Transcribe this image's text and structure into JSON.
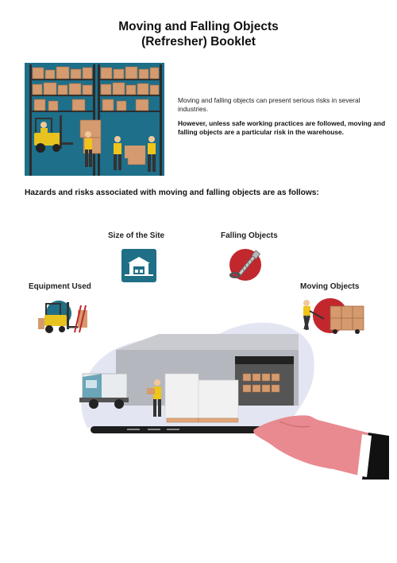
{
  "document": {
    "title_line1": "Moving and Falling Objects",
    "title_line2": "(Refresher) Booklet",
    "intro_paragraph": "Moving and falling objects can present serious risks in several industries.",
    "intro_bold": "However, unless safe working practices are followed, moving and falling objects are a particular risk in the warehouse.",
    "hazards_heading": "Hazards and risks associated with moving and falling objects are as follows:"
  },
  "hazards": {
    "size_of_site": "Size of the Site",
    "falling_objects": "Falling Objects",
    "equipment_used": "Equipment Used",
    "moving_objects": "Moving Objects"
  },
  "icons": {
    "hero": "warehouse-workers-illustration",
    "size_of_site": "warehouse-building-icon",
    "falling_objects": "falling-screw-icon",
    "equipment_used": "forklift-icon",
    "moving_objects": "hand-truck-worker-icon",
    "main": "warehouse-on-tablet-illustration"
  },
  "colors": {
    "hero_bg": "#1d6f8a",
    "teal_icon": "#1f6f86",
    "red_icon": "#c1272d",
    "blob": "#e3e6f2",
    "hand": "#e88a8f"
  }
}
